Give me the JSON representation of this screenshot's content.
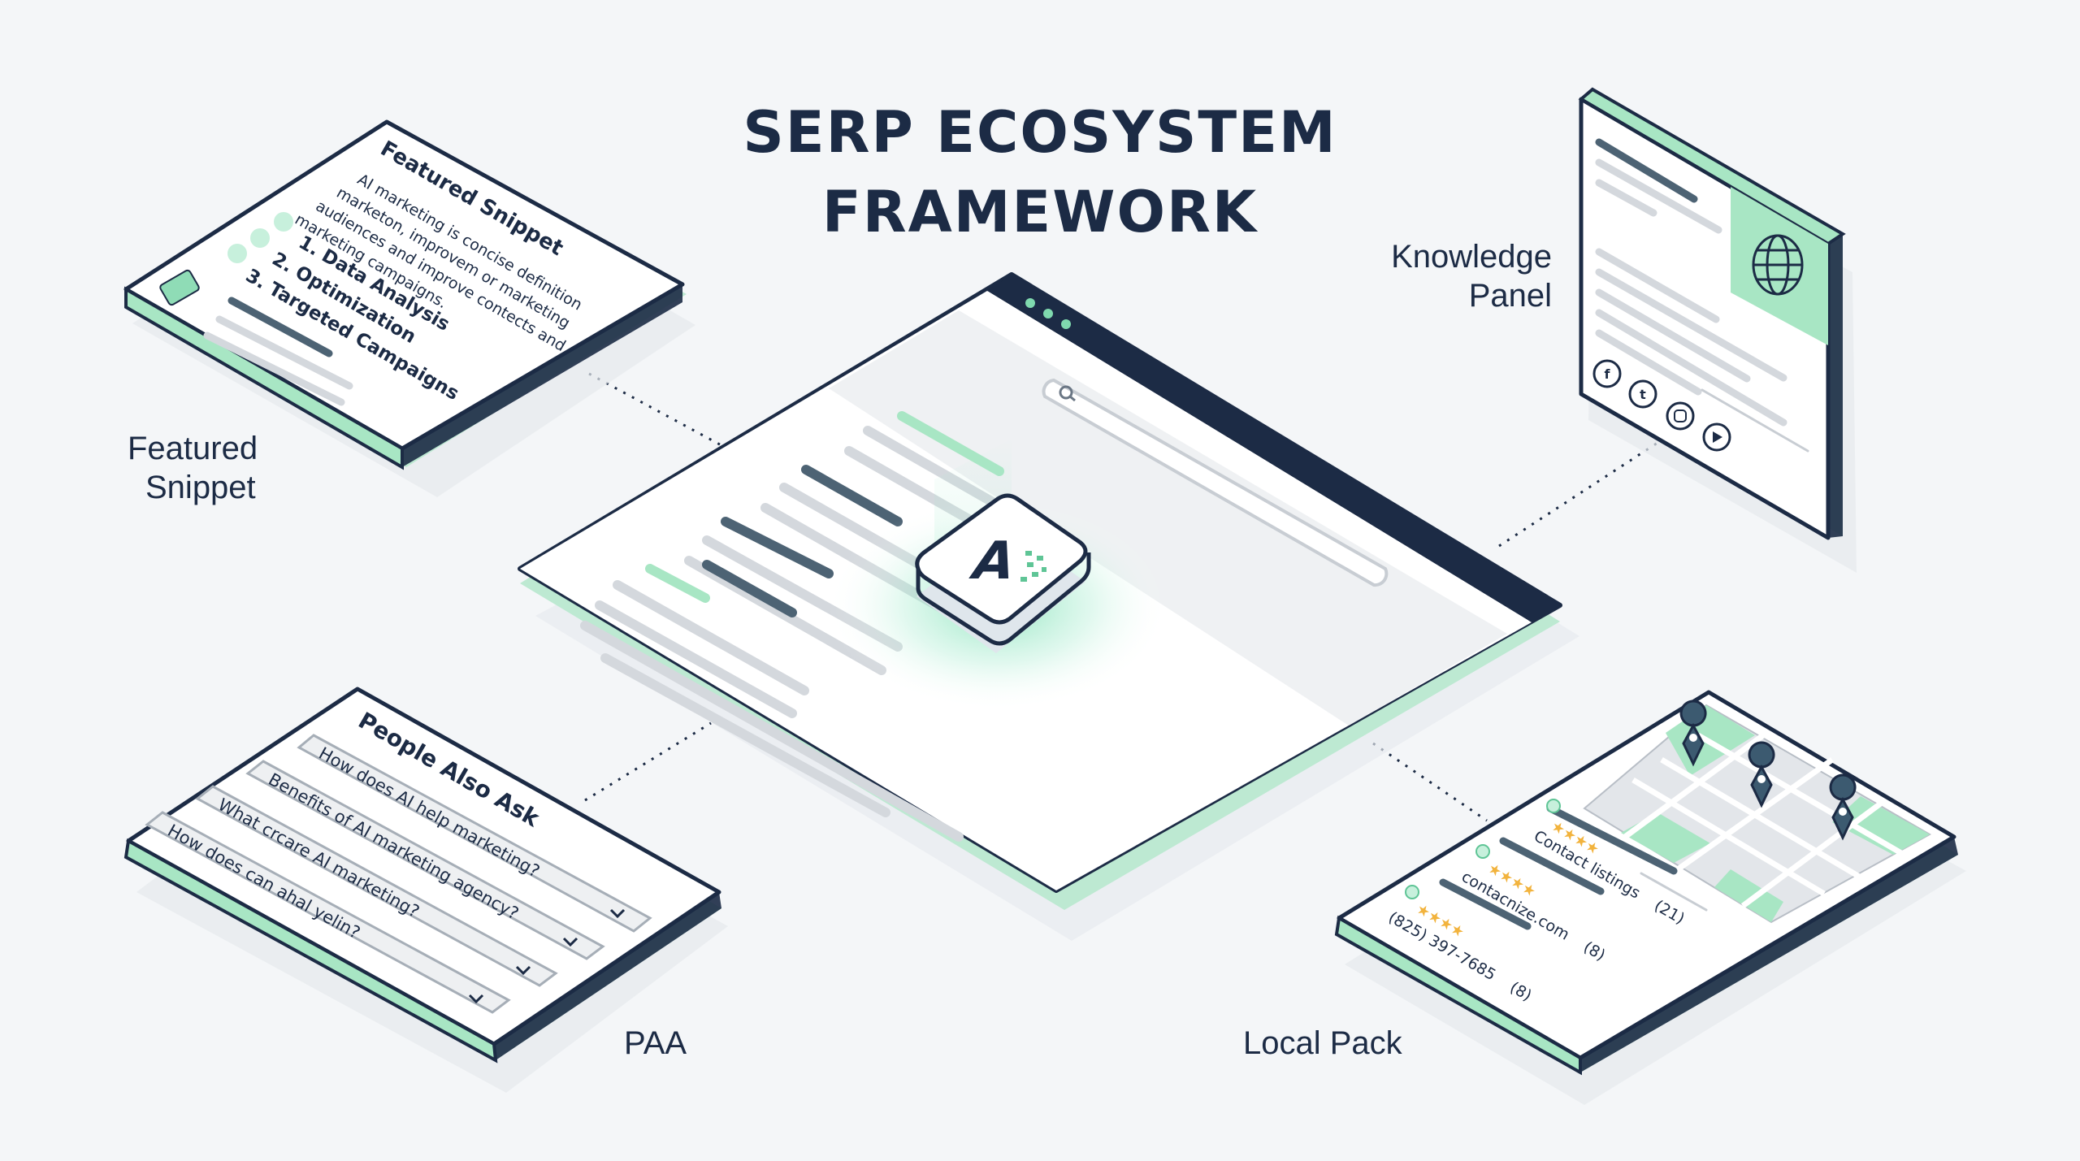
{
  "title": {
    "line1": "SERP ECOSYSTEM",
    "line2": "FRAMEWORK"
  },
  "callouts": {
    "featured_snippet": {
      "line1": "Featured",
      "line2": "Snippet"
    },
    "knowledge_panel": {
      "line1": "Knowledge",
      "line2": "Panel"
    },
    "paa": "PAA",
    "local_pack": "Local Pack"
  },
  "featured_snippet_card": {
    "heading": "Featured Snippet",
    "body": [
      "AI marketing is concise definition",
      "marketon, improvem or marketing",
      "audiences and improve contects and",
      "marketing campaigns."
    ],
    "steps": [
      "1. Data Analysis",
      "2. Optimization",
      "3. Targeted Campaigns"
    ],
    "icons": [
      "search-icon",
      "trend-icon",
      "people-icon",
      "bar-chart-icon"
    ]
  },
  "paa_card": {
    "heading": "People Also Ask",
    "questions": [
      "How does AI help marketing?",
      "Benefits of AI marketing agency?",
      "What crcare AI marketing?",
      "How does can ahal yelin?"
    ]
  },
  "local_pack_card": {
    "listings": [
      {
        "name": "Contact listings",
        "rating": "(21)",
        "stars": 4
      },
      {
        "name": "contacnize.com",
        "rating": "(8)",
        "stars": 4
      },
      {
        "name": "(825) 397-7685",
        "rating": "(8)",
        "stars": 4
      }
    ]
  },
  "knowledge_panel_card": {
    "icons": [
      "globe-icon",
      "facebook-icon",
      "twitter-icon",
      "instagram-icon",
      "youtube-icon"
    ]
  },
  "browser": {
    "logo_letter": "A",
    "icons": [
      "search-icon",
      "ai-logo-icon"
    ]
  },
  "colors": {
    "navy": "#1c2b45",
    "mint": "#a8e6c4",
    "mint_dark": "#5fc596",
    "bar_gray": "#d4d8dd",
    "bar_slate": "#4d6374",
    "star": "#f2b33d",
    "pin": "#3c5a70"
  }
}
